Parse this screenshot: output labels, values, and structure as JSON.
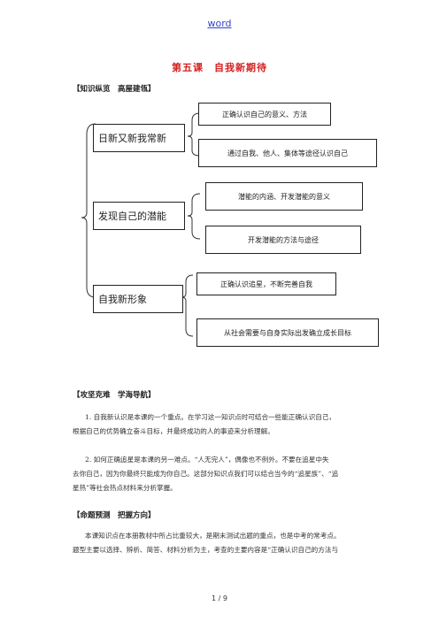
{
  "header": {
    "link_text": "word"
  },
  "title": "第五课　自我新期待",
  "section1": "【知识纵览　高屋建瓴】",
  "mindmap": {
    "groups": [
      {
        "label": "日新又新我常新",
        "items": [
          "正确认识自己的意义、方法",
          "通过自我、他人、集体等途径认识自己"
        ]
      },
      {
        "label": "发现自己的潜能",
        "items": [
          "潜能的内涵、开发潜能的意义",
          "开发潜能的方法与途径"
        ]
      },
      {
        "label": "自我新形象",
        "items": [
          "正确认识追星，不断完善自我",
          "从社会需要与自身实际出发确立成长目标"
        ]
      }
    ]
  },
  "section2": "【攻坚克难　学海导航】",
  "paragraph1": {
    "line1": "1. 自我新认识是本课的一个重点。在学习这一知识点时可结合一些能正确认识自己，",
    "line2": "根据自己的优势确立奋斗目标，并最终成功的人的事迹来分析理解。"
  },
  "paragraph2": {
    "line1": "2. 如何正确追星是本课的另一难点。“人无完人”，偶像也不例外。不要在追星中失",
    "line2": "去你自己，因为你最终只能成为你自己。这部分知识点我们可以结合当今的“追星族”、“追",
    "line3": "星热”等社会热点材料来分析掌握。"
  },
  "section3": "【命题预测　把握方向】",
  "paragraph3": {
    "line1": "本课知识点在本册教材中所占比重较大，是期末测试出题的重点，也是中考的常考点。",
    "line2": "题型主要以选择、辨析、简答、材料分析为主，考查的主要内容是“正确认识自己的方法与"
  },
  "footer": {
    "page": "1 / 9"
  }
}
